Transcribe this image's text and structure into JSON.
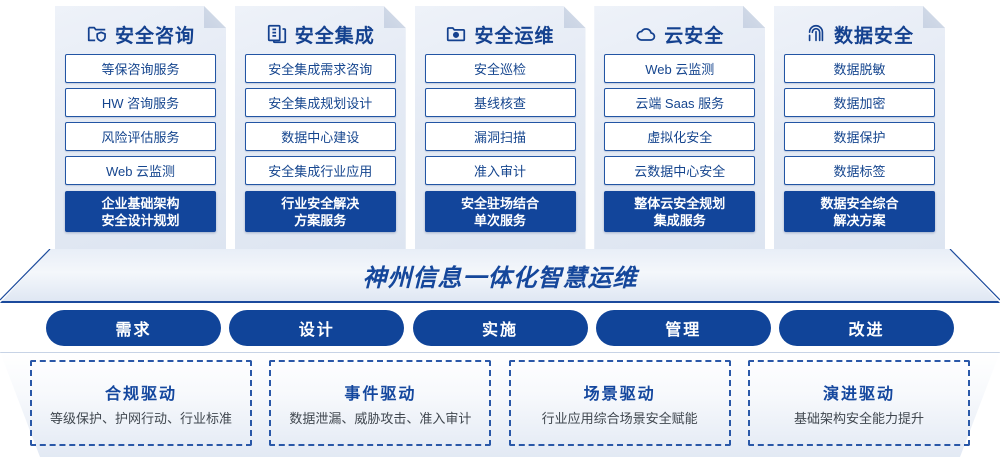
{
  "pillars": [
    {
      "icon": "folder-shield-icon",
      "title": "安全咨询",
      "items": [
        "等保咨询服务",
        "HW 咨询服务",
        "风险评估服务",
        "Web 云监测"
      ],
      "summary_line1": "企业基础架构",
      "summary_line2": "安全设计规划"
    },
    {
      "icon": "copy-documents-icon",
      "title": "安全集成",
      "items": [
        "安全集成需求咨询",
        "安全集成规划设计",
        "数据中心建设",
        "安全集成行业应用"
      ],
      "summary_line1": "行业安全解决",
      "summary_line2": "方案服务"
    },
    {
      "icon": "folder-chart-icon",
      "title": "安全运维",
      "items": [
        "安全巡检",
        "基线核查",
        "漏洞扫描",
        "准入审计"
      ],
      "summary_line1": "安全驻场结合",
      "summary_line2": "单次服务"
    },
    {
      "icon": "cloud-icon",
      "title": "云安全",
      "items": [
        "Web 云监测",
        "云端 Saas 服务",
        "虚拟化安全",
        "云数据中心安全"
      ],
      "summary_line1": "整体云安全规划",
      "summary_line2": "集成服务"
    },
    {
      "icon": "fingerprint-icon",
      "title": "数据安全",
      "items": [
        "数据脱敏",
        "数据加密",
        "数据保护",
        "数据标签"
      ],
      "summary_line1": "数据安全综合",
      "summary_line2": "解决方案"
    }
  ],
  "banner": {
    "title": "神州信息一体化智慧运维"
  },
  "stages": [
    {
      "label": "需求"
    },
    {
      "label": "设计"
    },
    {
      "label": "实施"
    },
    {
      "label": "管理"
    },
    {
      "label": "改进"
    }
  ],
  "drivers": [
    {
      "title": "合规驱动",
      "desc": "等级保护、护网行动、行业标准"
    },
    {
      "title": "事件驱动",
      "desc": "数据泄漏、威胁攻击、准入审计"
    },
    {
      "title": "场景驱动",
      "desc": "行业应用综合场景安全赋能"
    },
    {
      "title": "演进驱动",
      "desc": "基础架构安全能力提升"
    }
  ],
  "colors": {
    "brand_blue": "#12459b",
    "title_blue": "#14418f",
    "text_blue": "#15458e",
    "dashed_border": "#2a58a8",
    "card_bg_top": "#eef2f9",
    "card_bg_bottom": "#dde5f1"
  }
}
